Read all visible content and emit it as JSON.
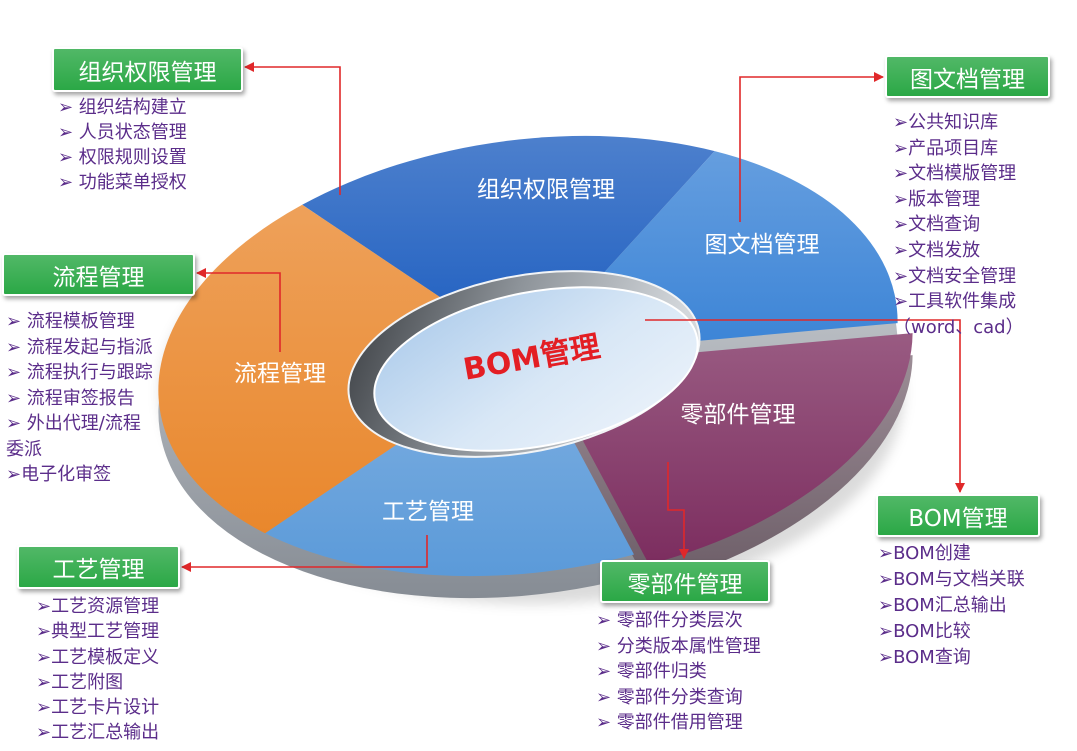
{
  "diagram": {
    "center_label": "BOM管理",
    "segments": {
      "org": {
        "label": "组织权限管理",
        "color": "#1b5cbf"
      },
      "doc": {
        "label": "图文档管理",
        "color": "#3a83d6"
      },
      "part": {
        "label": "零部件管理",
        "color": "#7c2d5f"
      },
      "craft": {
        "label": "工艺管理",
        "color": "#5b9ad9"
      },
      "flow": {
        "label": "流程管理",
        "color": "#e9872c"
      }
    }
  },
  "boxes": {
    "org": {
      "title": "组织权限管理",
      "items": [
        "➢ 组织结构建立",
        "➢ 人员状态管理",
        "➢ 权限规则设置",
        "➢ 功能菜单授权"
      ]
    },
    "doc": {
      "title": "图文档管理",
      "items": [
        "➢公共知识库",
        "➢产品项目库",
        "➢文档模版管理",
        "➢版本管理",
        "➢文档查询",
        "➢文档发放",
        "➢文档安全管理",
        "➢工具软件集成",
        "（word、cad）"
      ]
    },
    "flow": {
      "title": "流程管理",
      "items": [
        "➢ 流程模板管理",
        "➢ 流程发起与指派",
        "➢ 流程执行与跟踪",
        "➢ 流程审签报告",
        "➢ 外出代理/流程",
        "委派",
        "➢电子化审签"
      ]
    },
    "craft": {
      "title": "工艺管理",
      "items": [
        "➢工艺资源管理",
        "➢典型工艺管理",
        "➢工艺模板定义",
        "➢工艺附图",
        "➢工艺卡片设计",
        "➢工艺汇总输出"
      ]
    },
    "part": {
      "title": "零部件管理",
      "items": [
        "➢ 零部件分类层次",
        "➢ 分类版本属性管理",
        "➢ 零部件归类",
        "➢ 零部件分类查询",
        "➢ 零部件借用管理"
      ]
    },
    "bom": {
      "title": "BOM管理",
      "items": [
        "➢BOM创建",
        "➢BOM与文档关联",
        "➢BOM汇总输出",
        "➢BOM比较",
        "➢BOM查询"
      ]
    }
  },
  "colors": {
    "box_green": "#2ba846",
    "list_text": "#5b2d8a",
    "connector": "#e0282a",
    "center_text": "#e31e24"
  }
}
